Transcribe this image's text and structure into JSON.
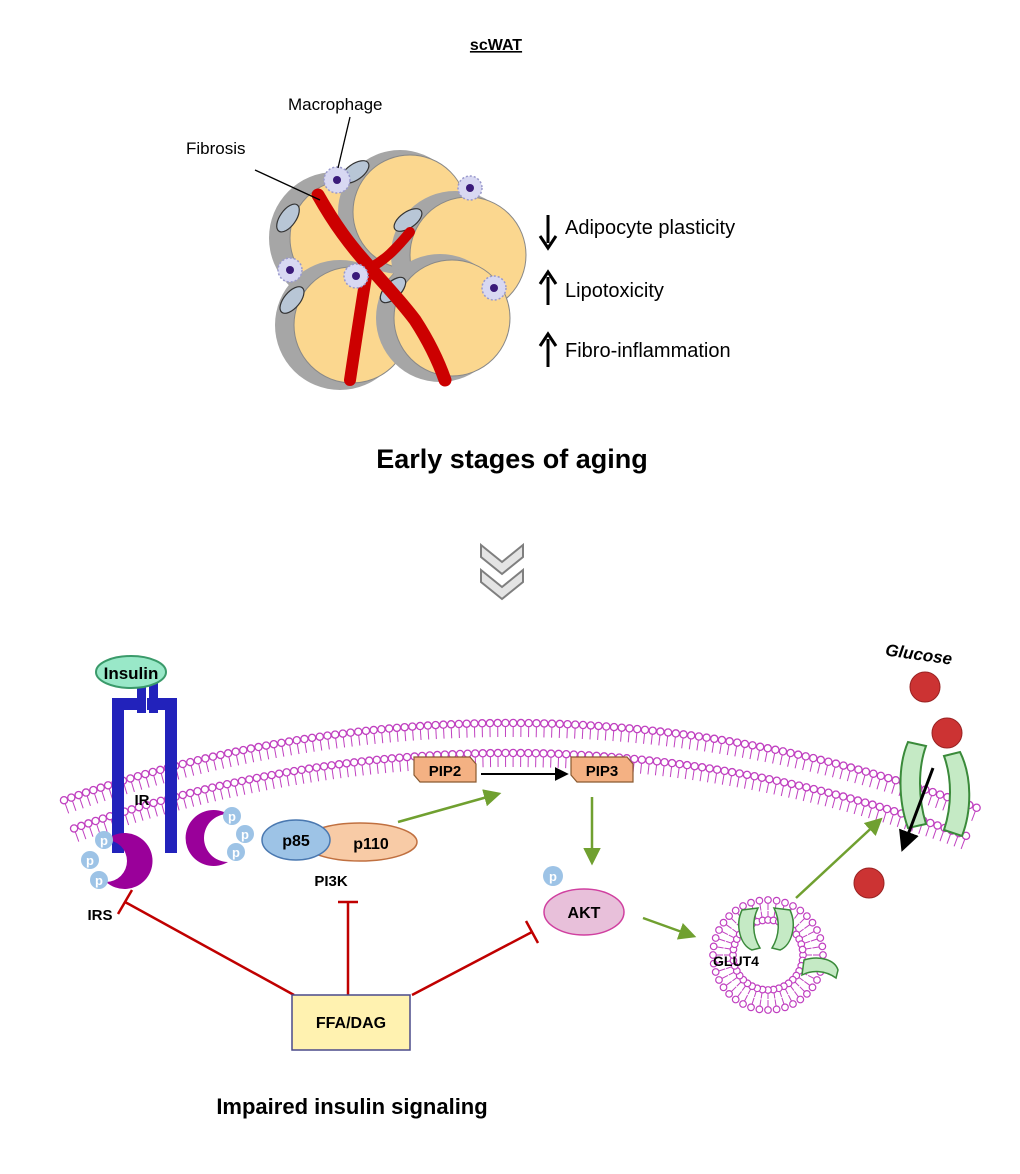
{
  "top_panel": {
    "title": "scWAT",
    "labels": {
      "macrophage": "Macrophage",
      "fibrosis": "Fibrosis"
    },
    "effects": [
      {
        "direction": "down",
        "text": "Adipocyte plasticity"
      },
      {
        "direction": "up",
        "text": "Lipotoxicity"
      },
      {
        "direction": "up",
        "text": "Fibro-inflammation"
      }
    ],
    "caption": "Early stages of aging"
  },
  "bottom_panel": {
    "labels": {
      "insulin": "Insulin",
      "ir": "IR",
      "irs": "IRS",
      "p": "p",
      "p85": "p85",
      "p110": "p110",
      "pi3k": "PI3K",
      "pip2": "PIP2",
      "pip3": "PIP3",
      "akt": "AKT",
      "glut4": "GLUT4",
      "glucose": "Glucose",
      "ffa_dag": "FFA/DAG"
    },
    "caption": "Impaired insulin signaling"
  },
  "colors": {
    "adipocyte_fill": "#fbd78f",
    "adipocyte_rim": "#a6a6a6",
    "fibrosis": "#cc0000",
    "membrane": "#c040c0",
    "receptor": "#2222bb",
    "irs": "#9a009a",
    "phospho": "#9dc3e6",
    "pip_box": "#f4b183",
    "akt": "#e8c0da",
    "glut4": "#c5eac5",
    "glucose": "#cc3333",
    "inhibit": "#c00000",
    "activate": "#70a030",
    "ffa_box": "#fff2b0"
  }
}
